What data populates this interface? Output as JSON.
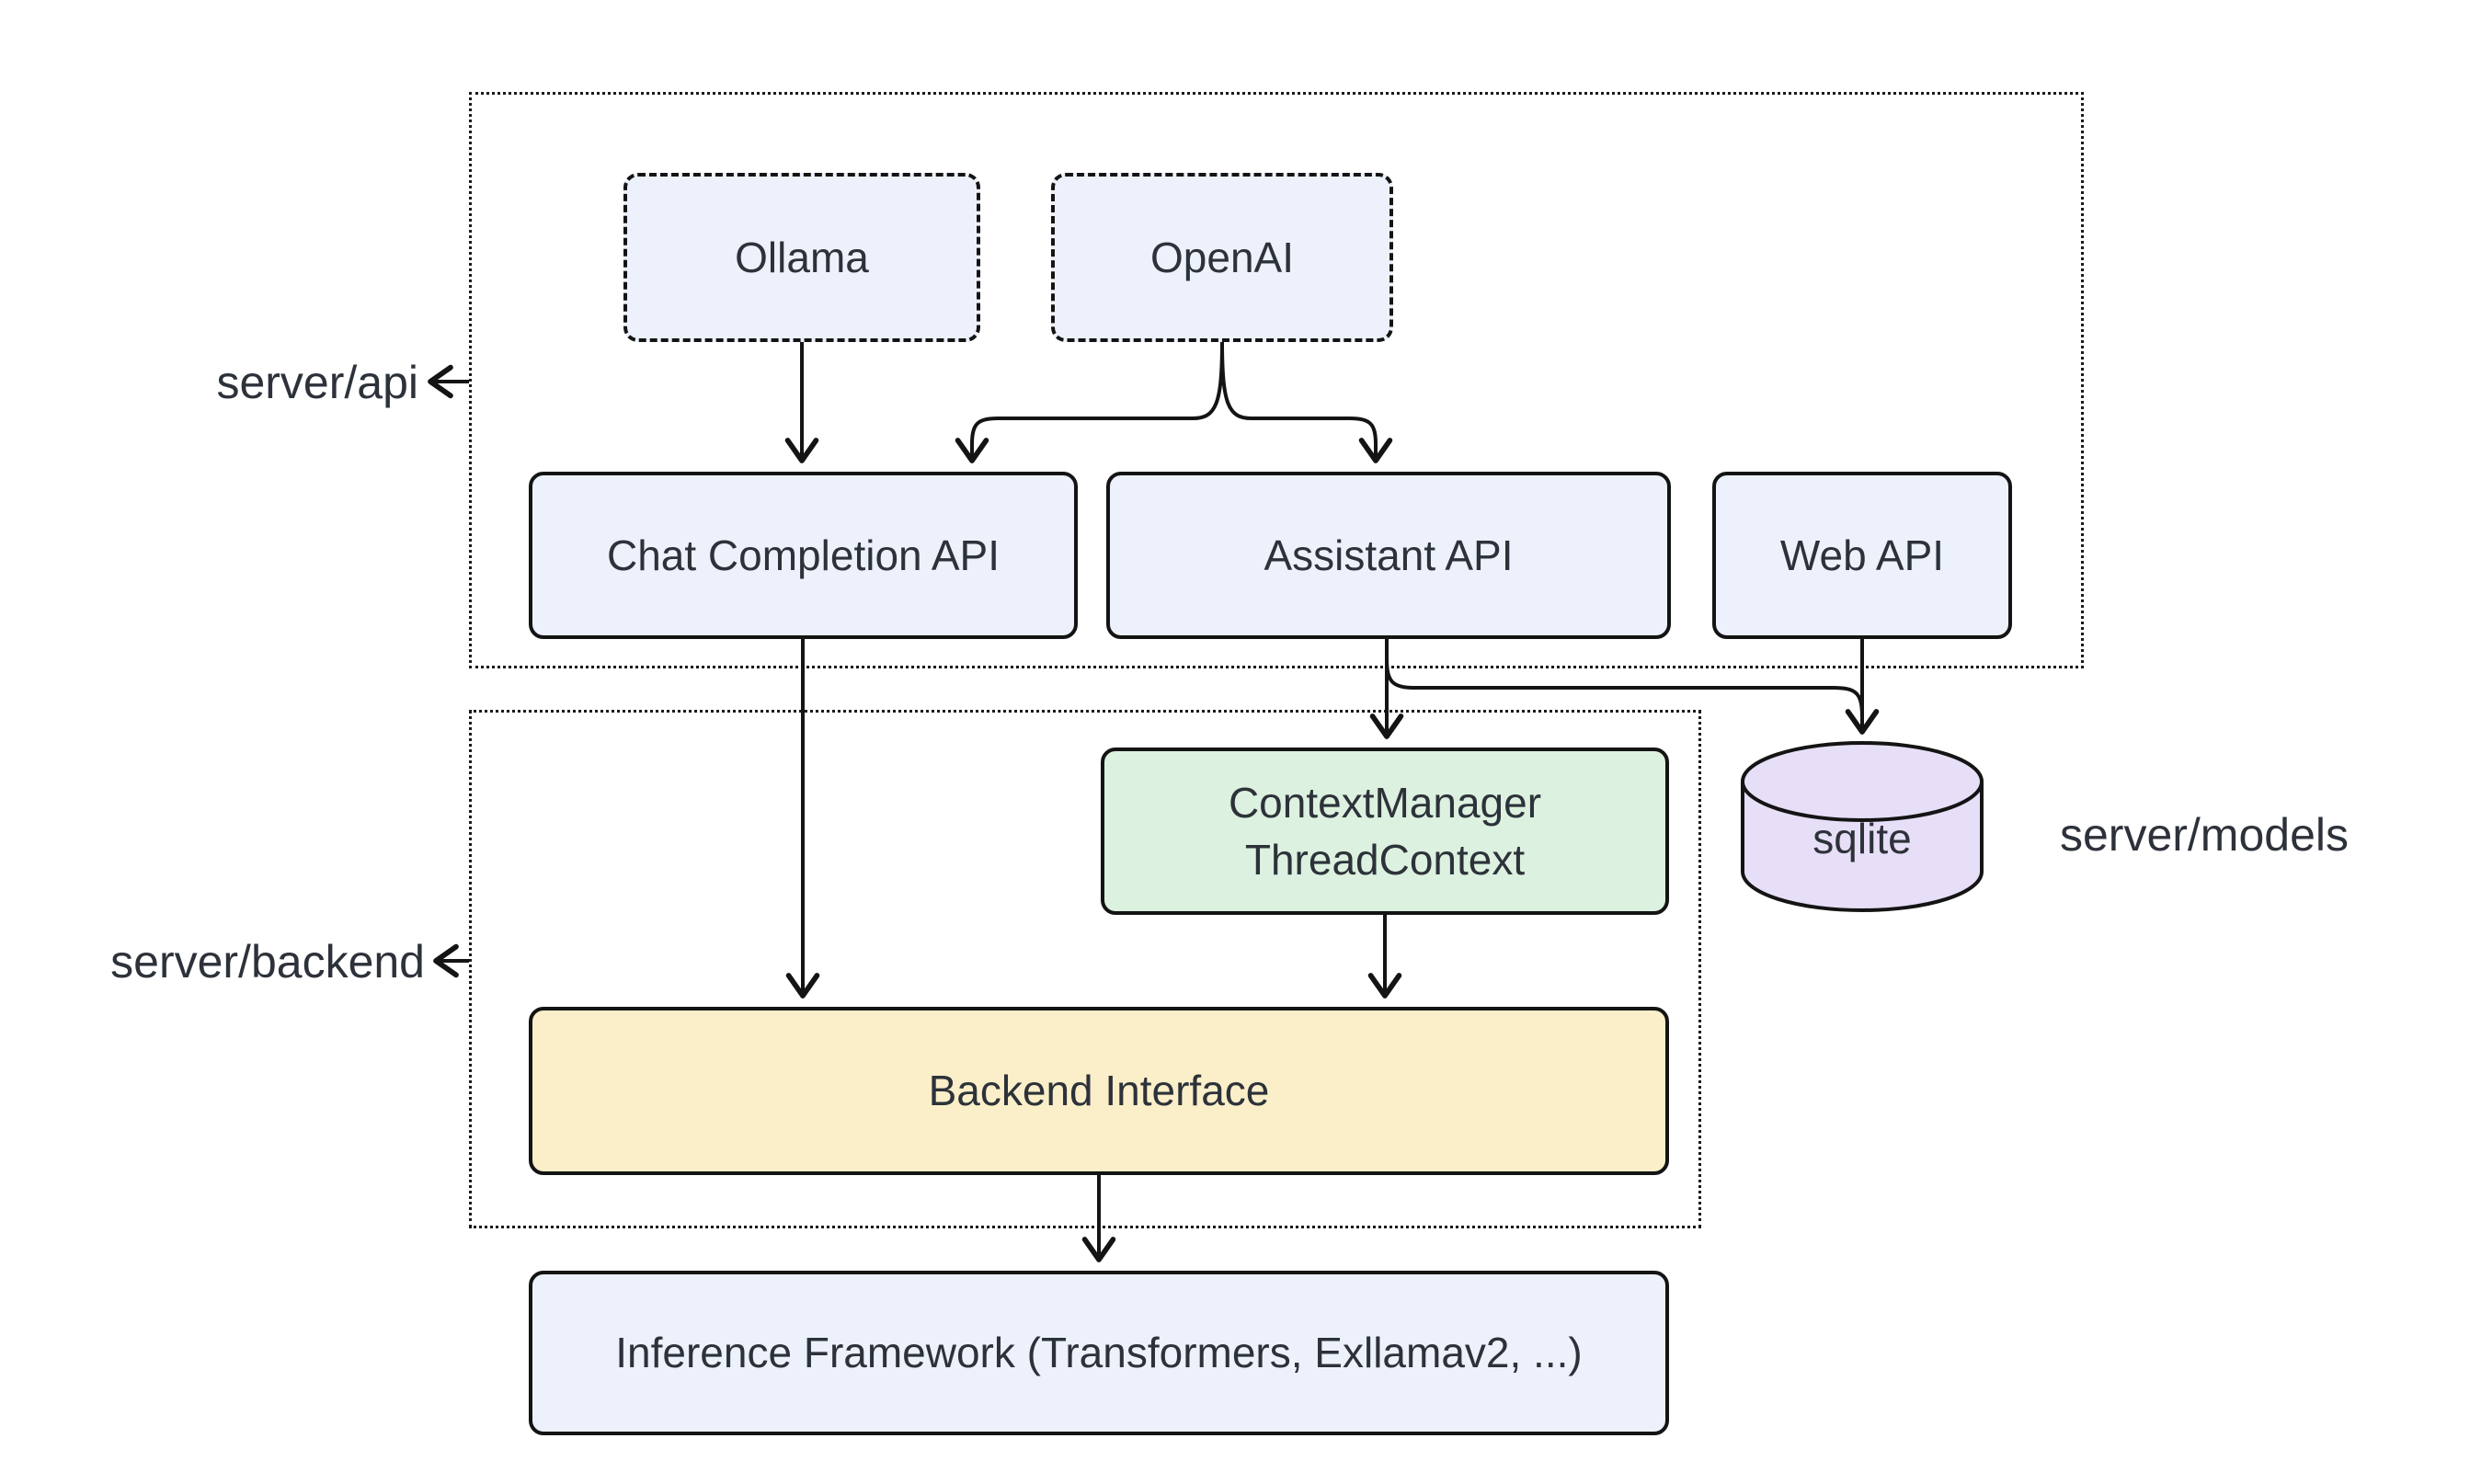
{
  "diagram": {
    "background": "#ffffff",
    "colors": {
      "node_fill_blue": "#ecf1fb",
      "node_fill_green": "#dcf1df",
      "node_fill_yellow": "#faefc8",
      "node_fill_purple": "#e7def7",
      "line_color": "#141414",
      "text_color": "#2d323a"
    },
    "groups": {
      "server_api": {
        "label": "server/api"
      },
      "server_backend": {
        "label": "server/backend"
      },
      "server_models": {
        "label": "server/models"
      }
    },
    "nodes": {
      "ollama": {
        "label": "Ollama",
        "style": "dashed-blue"
      },
      "openai": {
        "label": "OpenAI",
        "style": "dashed-blue"
      },
      "chat_completion_api": {
        "label": "Chat Completion API",
        "style": "solid-blue"
      },
      "assistant_api": {
        "label": "Assistant API",
        "style": "solid-blue"
      },
      "web_api": {
        "label": "Web API",
        "style": "solid-blue"
      },
      "context_manager": {
        "line1": "ContextManager",
        "line2": "ThreadContext",
        "style": "solid-green"
      },
      "sqlite": {
        "label": "sqlite",
        "style": "cylinder-purple"
      },
      "backend_interface": {
        "label": "Backend Interface",
        "style": "solid-yellow"
      },
      "inference_framework": {
        "label": "Inference Framework (Transformers, Exllamav2, ...)",
        "style": "solid-blue"
      }
    },
    "edges": [
      {
        "from": "ollama",
        "to": "chat_completion_api"
      },
      {
        "from": "openai",
        "to": "chat_completion_api"
      },
      {
        "from": "openai",
        "to": "assistant_api"
      },
      {
        "from": "chat_completion_api",
        "to": "backend_interface"
      },
      {
        "from": "assistant_api",
        "to": "context_manager"
      },
      {
        "from": "assistant_api",
        "to": "sqlite"
      },
      {
        "from": "web_api",
        "to": "sqlite"
      },
      {
        "from": "context_manager",
        "to": "backend_interface"
      },
      {
        "from": "backend_interface",
        "to": "inference_framework"
      }
    ]
  }
}
